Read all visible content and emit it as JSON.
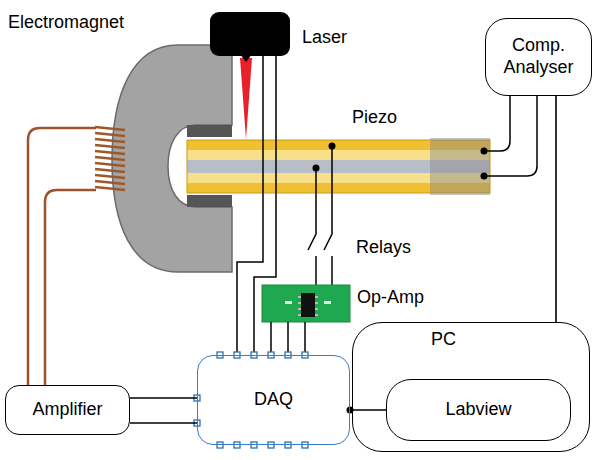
{
  "diagram": {
    "nodes": [
      {
        "text": [
          "Comp. Analyser"
        ]
      },
      {
        "text": [
          "PC"
        ]
      },
      {
        "text": [
          "Labview"
        ],
        "in": 1
      },
      {
        "text": [
          "DAQ"
        ]
      },
      {
        "text": [
          "Amplifier"
        ]
      }
    ],
    "edges": [
      {
        "from": 0,
        "to": 1,
        "arrow": "none"
      },
      {
        "from": 4,
        "to": 3,
        "arrow": "none"
      },
      {
        "from": 4,
        "to": 3,
        "arrow": "none"
      },
      {
        "from": 3,
        "to": 2,
        "arrow": "none"
      }
    ],
    "labels": [
      "Electromagnet",
      "Laser",
      "Piezo",
      "Relays",
      "Op-Amp"
    ]
  }
}
